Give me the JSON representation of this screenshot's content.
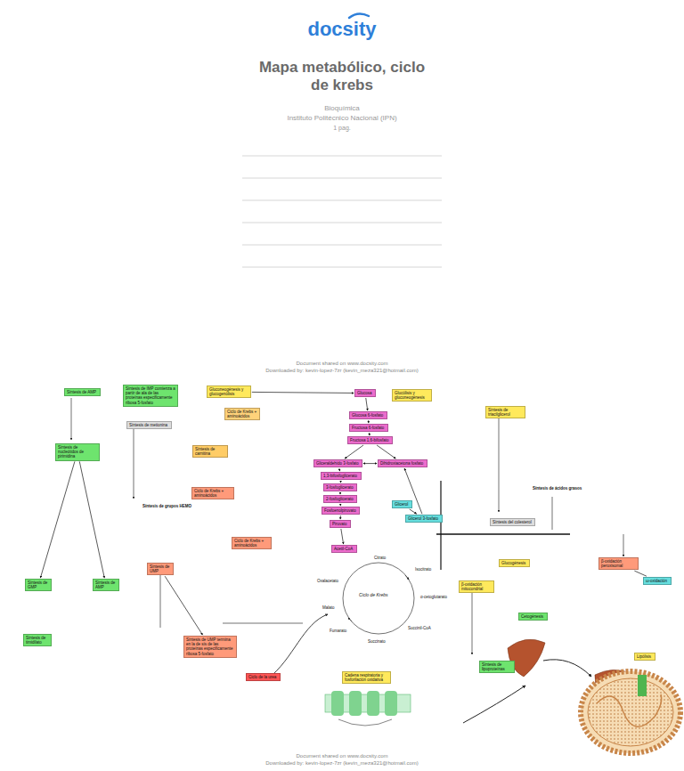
{
  "diagram": {
    "title": "Mapa metabólico, ciclo de krebs",
    "nodes": [
      {
        "text": [
          "Síntesis de AMP"
        ]
      },
      {
        "text": [
          "Síntesis de IMP comienza a partir de ala de las proteínas especificamente ribosa 5-fosfato"
        ]
      },
      {
        "text": [
          "Gluconeogénesis y glucogenólisis"
        ]
      },
      {
        "text": [
          "Glucosa"
        ]
      },
      {
        "text": [
          "Glucólisis y gluconeogénesis"
        ]
      },
      {
        "text": [
          "Ciclo de Krebs + aminoácidos"
        ]
      },
      {
        "text": [
          "Síntesis de metionina"
        ]
      },
      {
        "text": [
          "Síntesis de nucleótidos de pirimidina"
        ]
      },
      {
        "text": [
          "Glucosa 6-fosfato"
        ]
      },
      {
        "text": [
          "Fructosa 6-fosfato"
        ]
      },
      {
        "text": [
          "Fructosa 1,6-bifosfato"
        ]
      },
      {
        "text": [
          "Síntesis de triacilglicerol"
        ]
      },
      {
        "text": [
          "Síntesis de carnitina"
        ]
      },
      {
        "text": [
          "Gliceraldehído 3-fosfato"
        ]
      },
      {
        "text": [
          "Dihidroxiacetona fosfato"
        ]
      },
      {
        "text": [
          "1,3-bifosfoglicerato"
        ]
      },
      {
        "text": [
          "3-fosfoglicerato"
        ]
      },
      {
        "text": [
          "2-fosfoglicerato"
        ]
      },
      {
        "text": [
          "Fosfoenolpiruvato"
        ]
      },
      {
        "text": [
          "Piruvato"
        ]
      },
      {
        "text": [
          "Ciclo de Krebs + aminoácidos"
        ]
      },
      {
        "text": [
          "Ciclo de Krebs + aminoácidos"
        ]
      },
      {
        "text": [
          "Glicerol"
        ]
      },
      {
        "text": [
          "Glicerol 3-fosfato"
        ]
      },
      {
        "text": [
          "Síntesis del colesterol"
        ]
      },
      {
        "text": [
          "Acetil-CoA"
        ]
      },
      {
        "text": [
          "β-oxidación mitocondrial"
        ]
      },
      {
        "text": [
          "β-oxidación peroxisomal"
        ]
      },
      {
        "text": [
          "ω-oxidación"
        ]
      },
      {
        "text": [
          "Síntesis de GMP"
        ]
      },
      {
        "text": [
          "Síntesis de AMP"
        ]
      },
      {
        "text": [
          "Síntesis de UMP"
        ]
      },
      {
        "text": [
          "Síntesis de UMP termina en la de sís de las proteínas especificamente ribosa 5-fosfato"
        ]
      },
      {
        "text": [
          "Síntesis de timidilato"
        ]
      },
      {
        "text": [
          "Ciclo de la urea"
        ]
      },
      {
        "text": [
          "Cadena respiratoria y fosforilación oxidativa"
        ]
      },
      {
        "text": [
          "Glucogénesis"
        ]
      },
      {
        "text": [
          "Cetogénesis"
        ]
      },
      {
        "text": [
          "Síntesis de lipoproteínas"
        ]
      },
      {
        "text": [
          "Lipólisis"
        ]
      }
    ],
    "edges": [
      {
        "from": 2,
        "to": 3,
        "arrow": "to"
      },
      {
        "from": 3,
        "to": 8,
        "arrow": "to"
      },
      {
        "from": 8,
        "to": 9,
        "arrow": "to"
      },
      {
        "from": 9,
        "to": 10,
        "arrow": "to"
      },
      {
        "from": 10,
        "to": 13,
        "arrow": "to"
      },
      {
        "from": 10,
        "to": 14,
        "arrow": "to"
      },
      {
        "from": 14,
        "to": 13,
        "arrow": "both"
      },
      {
        "from": 13,
        "to": 15,
        "arrow": "to"
      },
      {
        "from": 15,
        "to": 16,
        "arrow": "to"
      },
      {
        "from": 16,
        "to": 17,
        "arrow": "to"
      },
      {
        "from": 17,
        "to": 18,
        "arrow": "to"
      },
      {
        "from": 18,
        "to": 19,
        "arrow": "to"
      },
      {
        "from": 19,
        "to": 25,
        "arrow": "to"
      },
      {
        "from": 22,
        "to": 23,
        "arrow": "to"
      },
      {
        "from": 23,
        "to": 14,
        "arrow": "to"
      },
      {
        "from": 7,
        "to": 29,
        "arrow": "to"
      },
      {
        "from": 7,
        "to": 30,
        "arrow": "to"
      },
      {
        "from": 31,
        "to": 32,
        "arrow": "to"
      },
      {
        "from": 27,
        "to": 28,
        "arrow": "none"
      }
    ],
    "labels": [
      "docsity",
      "Bioquímica",
      "Instituto Politécnico Nacional (IPN)",
      "1 pag.",
      "Document shared on www.docsity.com",
      "Downloaded by: kevin-lopez-7zr (kevin_meza321@hotmail.com)",
      "Ciclo de Krebs",
      "Citrato",
      "Isocitrato",
      "α-cetoglutarato",
      "Succinil-CoA",
      "Succinato",
      "Fumarato",
      "Malato",
      "Oxalacetato",
      "Síntesis de grupos HEMO",
      "Síntesis de ácidos grasos",
      "Document shared on www.docsity.com",
      "Downloaded by: kevin-lopez-7zr (kevin_meza321@hotmail.com)"
    ]
  }
}
